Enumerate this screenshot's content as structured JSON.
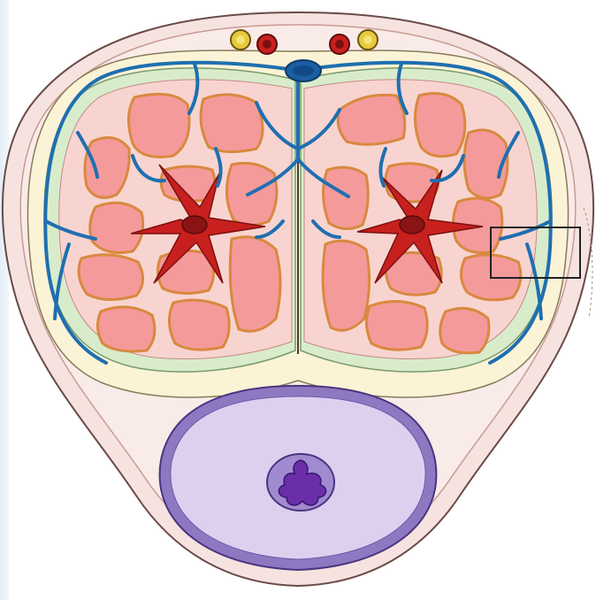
{
  "image": {
    "description_free": true,
    "text_labels": []
  },
  "colors": {
    "background": "#ffffff",
    "edge_strip": "#e4eef8",
    "skin_fill": "#f6e3df",
    "skin_outline": "#6b4a47",
    "fascia_ring": "#e9c2bd",
    "tunica_fill": "#fbf3d6",
    "corpus_outer": "#d8eccc",
    "corpus_inner": "#f8d4d0",
    "sinusoid_fill": "#f59a9a",
    "sinusoid_border": "#d8893f",
    "vein": "#1f6fb0",
    "deep_dorsal_vein": "#1b5fa2",
    "artery": "#c8201e",
    "artery_dark": "#7a1010",
    "nerve": "#e7c93b",
    "spongiosum_outer": "#8f78c2",
    "spongiosum_fill": "#ddd0ef",
    "urethra": "#6a2fa8",
    "urethra_ring": "#a18ad0",
    "inset_box": "#222222"
  },
  "icons": {
    "dorsal_nerves": "yellow-circles",
    "dorsal_arteries": "red-circles",
    "deep_dorsal_vein": "blue-ellipse",
    "cavernosal_arteries": "red-star-shapes",
    "urethra": "purple-star-lumen",
    "zoom_inset": "rectangle-outline"
  }
}
